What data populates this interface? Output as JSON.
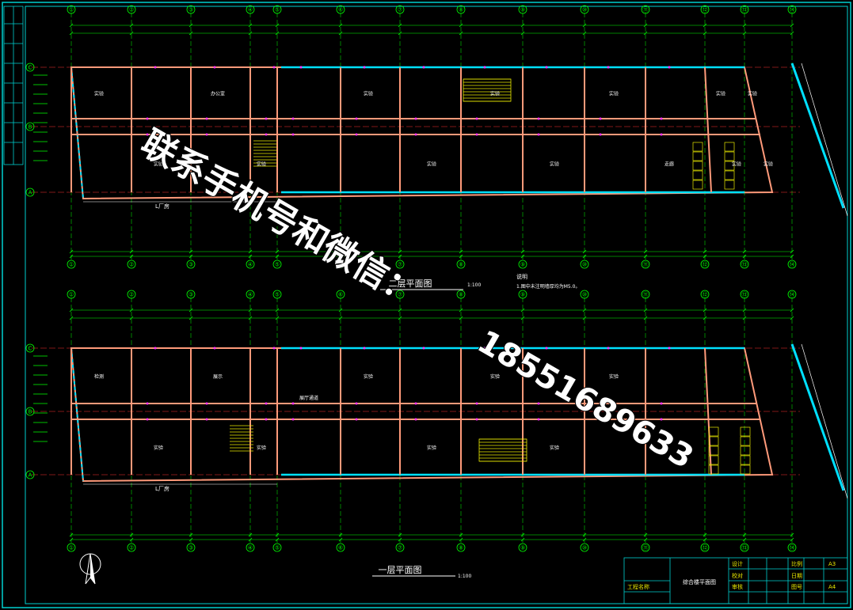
{
  "drawing": {
    "plan_top_title": "二层平面图",
    "plan_top_scale": "1:100",
    "plan_bottom_title": "一层平面图",
    "plan_bottom_scale": "1:100",
    "note_title": "说明",
    "note_text": "1.图中未注明墙厚均为M5.0。",
    "grid_labels_top": [
      "①",
      "②",
      "③",
      "④",
      "⑤",
      "⑥",
      "⑦",
      "⑧",
      "⑨",
      "⑩",
      "⑪",
      "⑫",
      "⑬",
      "⑭"
    ],
    "grid_labels_side": [
      "C",
      "B",
      "A"
    ],
    "room_labels_top": [
      "实验",
      "实验",
      "办公室",
      "实验",
      "实验",
      "实验",
      "实验",
      "实验",
      "实验",
      "走廊",
      "实验",
      "实验",
      "实验",
      "实验"
    ],
    "room_labels_bottom": [
      "检测",
      "实验",
      "展示",
      "实验",
      "实验",
      "实验",
      "实验",
      "实验",
      "实验"
    ],
    "corridor_label_top": "L厂房",
    "corridor_label_bottom": "L厂房",
    "area_bottom_label": "展厅通道"
  },
  "watermark": {
    "line1": "联系手机号和微信：",
    "line2": "18551689633"
  },
  "title_block": {
    "project": "综合楼平面图",
    "cells": [
      "设计",
      "校对",
      "审核",
      "比例",
      "日期",
      "图号",
      "工程名称"
    ],
    "rev_a": "A3",
    "rev_b": "A4"
  },
  "colors": {
    "background": "#000000",
    "grid_axis": "#00ff00",
    "walls_red": "#ff3030",
    "walls_pink": "#ff9a7a",
    "glazing": "#00e0ff",
    "text": "#ffffff",
    "dim_line": "#00ff00",
    "yellow": "#e8e800",
    "magenta": "#ff33ff",
    "border": "#00d0d0"
  },
  "icons": {
    "north_arrow": "north-arrow-icon"
  }
}
